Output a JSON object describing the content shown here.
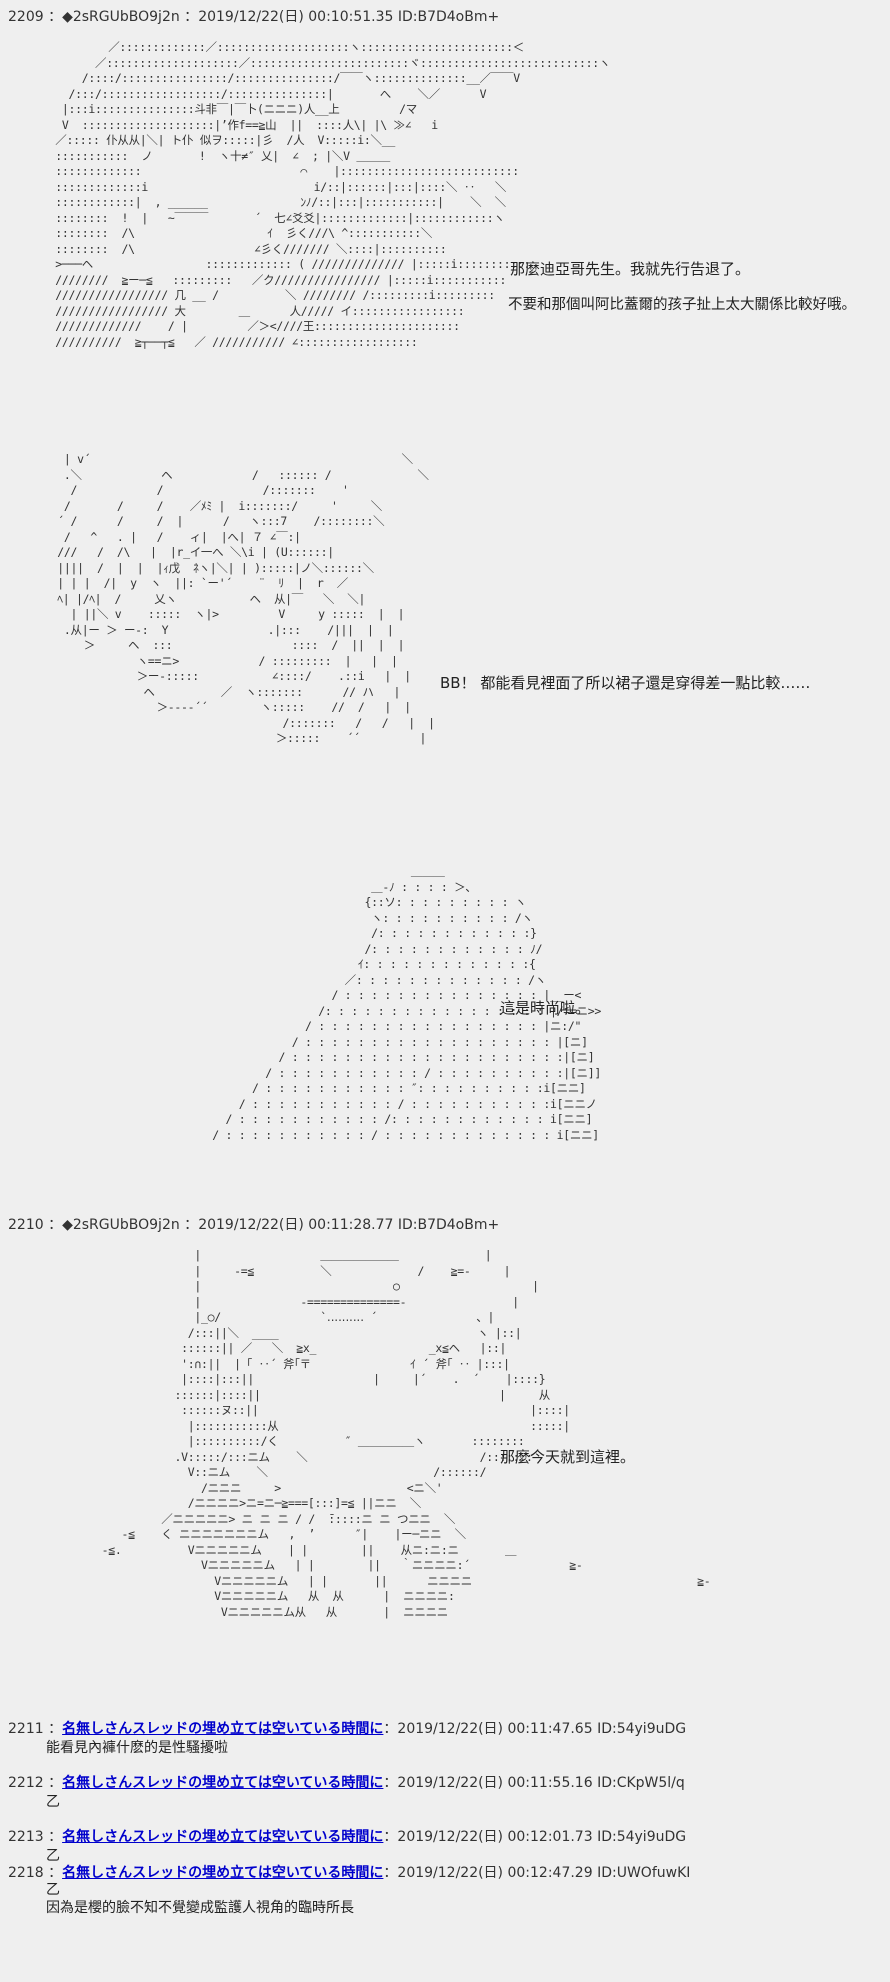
{
  "posts": [
    {
      "number": "2209",
      "name": "◆2sRGUbBO9j2n",
      "date": "2019/12/22(日) 00:10:51.35",
      "id": "ID:B7D4oBm+",
      "dialogue": [
        "那麼迪亞哥先生。我就先行告退了。",
        "不要和那個叫阿比蓋爾的孩子扯上太大關係比較好哦。",
        "BB！ 都能看見裡面了所以裙子還是穿得差一點比較……",
        "這是時尚啦。"
      ],
      "art": [
        "          ／:::::::::::::／::::::::::::::::::::ヽ:::::::::::::::::::::::＜\n        ／::::::::::::::::::::／::::::::::::::::::::::::ヾ:::::::::::::::::::::::::::ヽ\n      /::::/::::::::::::::::/:::::::::::::::/￣￣ヽ::::::::::::::__／￣￣V\n    /:::/::::::::::::::::::/:::::::::::::::|       へ    ＼／      V\n   |:::i:::::::::::::::斗非￣|￣卜(ニニニ)人__上         /マ\n   V  ::::::::::::::::::::|’作f==≧山  ||  ::::人\\| |\\ ≫∠   i\n  ／::::: 仆从从|＼| ト仆 似ヲ:::::|彡  /人  V:::::i:＼__\n  :::::::::::  ノ       !  ヽ十≠″ 乂|  ∠  ; |＼V ＿＿＿\n  :::::::::::::                        ⌒    |:::::::::::::::::::::::::::\n  :::::::::::::i                         i/::|::::::|:::|::::＼ ‥   ＼\n  ::::::::::::|  , ______              ﾝﾉ/::|:::|:::::::::::|    ＼  ＼\n  ::::::::  !  |   ~￣￣￣       ´  七∠爻爻|:::::::::::::|::::::::::::ヽ\n  ::::::::  /\\                    ｲ  彡く///\\ ^:::::::::::＼\n  ::::::::  /\\                  ∠彡く/////// ＼::::|::::::::::\n  >───ヘ                 ::::::::::::: ( ////////////// |:::::i:::::::::::\n  ////////  ≧ー─≦   :::::::::   ／ク//////////////// |:::::i:::::::::::\n  ///////////////// 几 __ /          ＼ //////// /:::::::::i:::::::::\n  ///////////////// 大        ＿      人///// イ:::::::::::::::::\n  /////////////    / |         ／＞<////王::::::::::::::::::::::\n  //////////  ≧┬──┬≦   ／ /////////// ∠::::::::::::::::::",
        "   | v´                                               ＼\n   .＼            ヘ            /   :::::: /             ＼\n    /            /               /:::::::    '\n   /       /     /    ／ﾒﾐ |  i:::::::/     '     ＼\n  ´ /      /     /  |      /   ヽ:::7    /::::::::＼\n   /   ^   . |   /    ィ|  |へ| ７ ∠￣:|\n  ///   /  /\\   |  |r_イ一へ ＼\\i | (U::::::|\n  ||||  /  |  |  |ｨ戊  ﾈヽ|＼| | ):::::|ノ＼::::::＼\n  | | |  /|  y  ヽ  ||: `ー'´    ¨  ﾘ  |  r  ／\n  ﾍ| |/ﾍ|  /     乂ヽ           ヘ  从|￣   ＼  ＼|\n    | ||＼ v    :::::  ヽ|>         V     y :::::  |  |\n   .从|ー ＞ ー‐:  Y               .|:::    /|||  |  |\n      ＞     ヘ  :::                  ::::  /  ||  |  |\n              ヽ==ニ>            / :::::::::  |   |  |\n              ＞ー-:::::           ∠::::/    .::i   |  |\n               ヘ          ／  ヽ:::::::      // ハ   |\n                 ＞----´´        ヽ:::::    //  /   |  |\n                                    /:::::::   /   /   |  |\n                                   ＞:::::    ´´         |",
        "                                                        ＿＿＿\n                                                  ＿-ﾉ : : : : ＞、\n                                                 {::ソ: : : : : : : : : ヽ\n                                                  ヽ: : : : : : : : : : /ヽ\n                                                  /: : : : : : : : : : : :}\n                                                 /: : : : : : : : : : : : ﾉ/\n                                                ｲ: : : : : : : : : : : : :{\n                                              ／: : : : : : : : : : : : : /ヽ\n                                            / : : : : : : : : : : : : : : : |__ー<\n                                          /: : : : : : : : : : : : : : : : : |/==ニ>>\n                                        / : : : : : : : : : : : : : : : : : |ニ:/\"\n                                      / : : : : : : : : : : : : : : : : : : : |[ニ]\n                                    / : : : : : : : : : : : : : : : : : : : : :|[ニ]\n                                  / : : : : : : : : : : : / : : : : : : : : : :|[ニ]]\n                                / : : : : : : : : : : : ″: : : : : : : : : :i[ニニ]\n                              / : : : : : : : : : : : / : : : : : : : : : : :i[ニニノ\n                            / : : : : : : : : : : : /: : : : : : : : : : : : i[ニニ]\n                          / : : : : : : : : : : : / : : : : : : : : : : : : : i[ニニ]"
      ]
    },
    {
      "number": "2210",
      "name": "◆2sRGUbBO9j2n",
      "date": "2019/12/22(日) 00:11:28.77",
      "id": "ID:B7D4oBm+",
      "dialogue": [
        "那麼今天就到這裡。"
      ],
      "art": "                       |                  ＿＿＿＿＿＿＿             |\n                       |     -=≦          ＼             /    ≧=-     |\n                       |                             ○                    |\n                       |               -==============-                |\n                       |_○/               `‥‥‥‥‥ ´               、|\n                      /:::||＼  ____                              ヽ |::|\n                     ::::::|| ／   ＼  ≧x_                 _x≦ヘ   |::|\n                     ':∩:||  |「 ‥´ 斧｢〒               ｲ ´ 斧｢ ‥ |:::|\n                     |::::|:::||                  |     |´    .  ´    |::::}\n                    ::::::|::::||                                    |     从\n                     ::::::ヌ::||                                         |::::|\n                      |:::::::::::从                                      :::::|\n                      |::::::::::/く          ″ ＿＿＿＿＿ヽ       ::::::::\n                    .V:::::/:::ニム    ＼                          /:::::::\n                      V::ニム    ＼                         /::::::/\n                        /ニニニ     >                   <ニ＼'\n                      /ニニニニ>ニ=ニ─≧===[:::]=≦ ||ニニ  ＼\n                  ／ニニニニニ> ニ ニ ニ / /  ̄:::::ニ ニ つニニ  ＼\n            -≦    く ニニニニニニニム   ,  ’      ″|    |ー─ニニ  ＼\n         -≦.          Vニニニニニム    | |        ||    从ニ:ニ:ニ       ＿\n                        Vニニニニニム   | |        ||   ｀ニニニニ:´               ≧-\n                          Vニニニニニム   | |       ||      ニニニニ                                  ≧-\n                          Vニニニニニム   从  从      |  ニニニニ:\n                           Vニニニニニム从   从       |  ニニニニ"
    }
  ],
  "replies": [
    {
      "number": "2211",
      "name": "名無しさんスレッドの埋め立ては空いている時間に",
      "date": "2019/12/22(日) 00:11:47.65",
      "id": "ID:54yi9uDG",
      "body": "能看見內褲什麽的是性騷擾啦"
    },
    {
      "number": "2212",
      "name": "名無しさんスレッドの埋め立ては空いている時間に",
      "date": "2019/12/22(日) 00:11:55.16",
      "id": "ID:CKpW5l/q",
      "body": "乙"
    },
    {
      "number": "2213",
      "name": "名無しさんスレッドの埋め立ては空いている時間に",
      "date": "2019/12/22(日) 00:12:01.73",
      "id": "ID:54yi9uDG",
      "body": "乙"
    },
    {
      "number": "2218",
      "name": "名無しさんスレッドの埋め立ては空いている時間に",
      "date": "2019/12/22(日) 00:12:47.29",
      "id": "ID:UWOfuwKI",
      "body": "乙\n因為是櫻的臉不知不覺變成監護人視角的臨時所長"
    }
  ]
}
